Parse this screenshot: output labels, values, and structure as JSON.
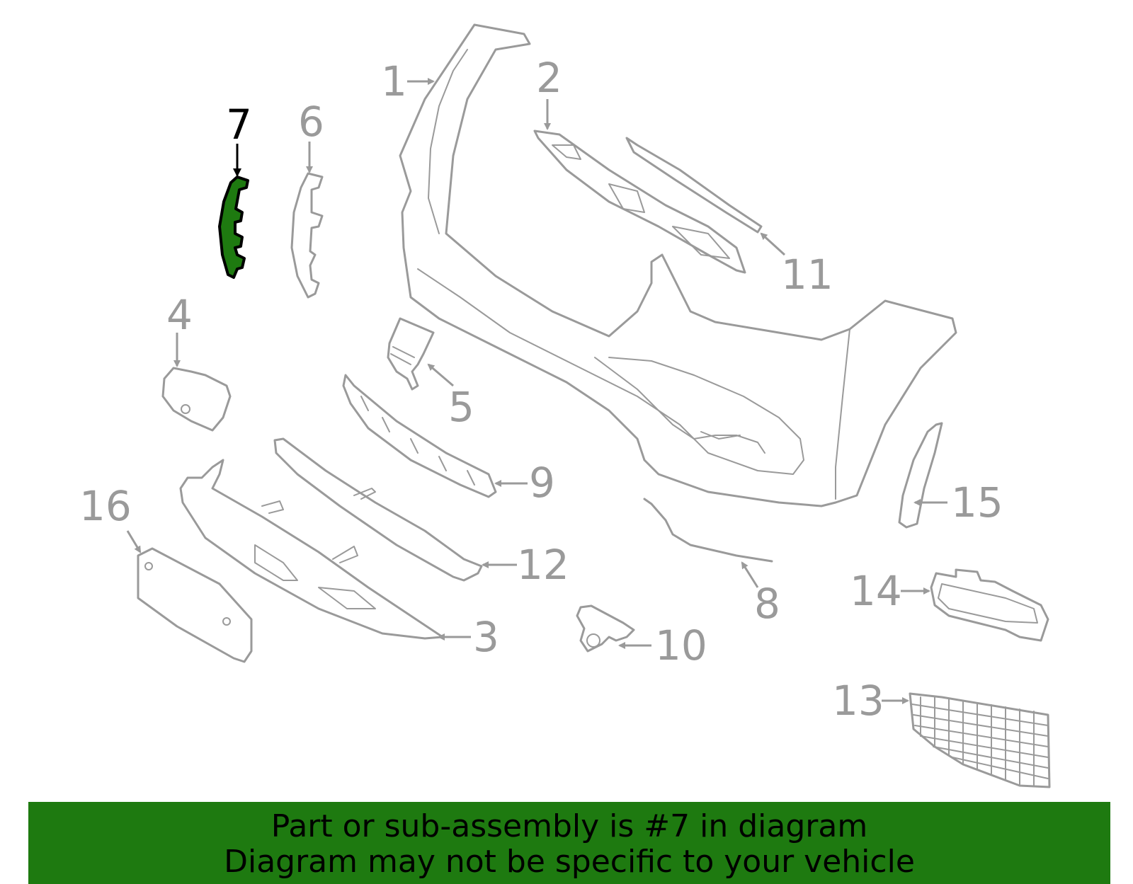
{
  "highlighted_part": "7",
  "callouts": [
    "1",
    "2",
    "3",
    "4",
    "5",
    "6",
    "7",
    "8",
    "9",
    "10",
    "11",
    "12",
    "13",
    "14",
    "15",
    "16"
  ],
  "colors": {
    "highlight_fill": "#1e7a10",
    "part_stroke": "#9a9a9a",
    "banner_bg": "#1e7a10"
  },
  "banner": {
    "line1": "Part or sub-assembly is #7 in diagram",
    "line2": "Diagram may not be specific to your vehicle"
  }
}
